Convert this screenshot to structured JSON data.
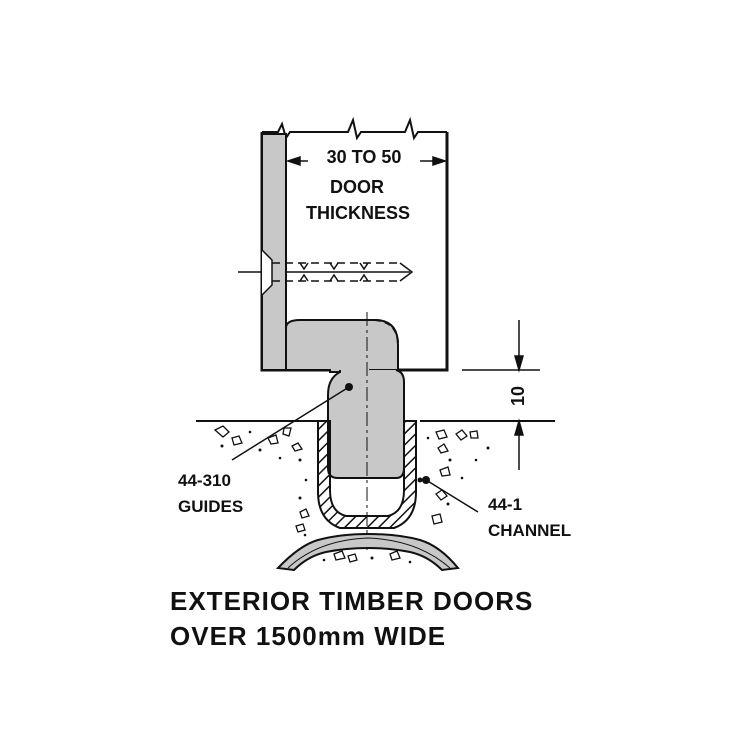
{
  "diagram": {
    "dimension_width": "30 TO 50",
    "door_label_line1": "DOOR",
    "door_label_line2": "THICKNESS",
    "dimension_height": "10",
    "guides_code": "44-310",
    "guides_label": "GUIDES",
    "channel_code": "44-1",
    "channel_label": "CHANNEL",
    "caption_line1": "EXTERIOR TIMBER DOORS",
    "caption_line2": "OVER 1500mm WIDE"
  },
  "colors": {
    "ink": "#111111",
    "fill_grey": "#c8c8c8",
    "background": "#ffffff"
  }
}
